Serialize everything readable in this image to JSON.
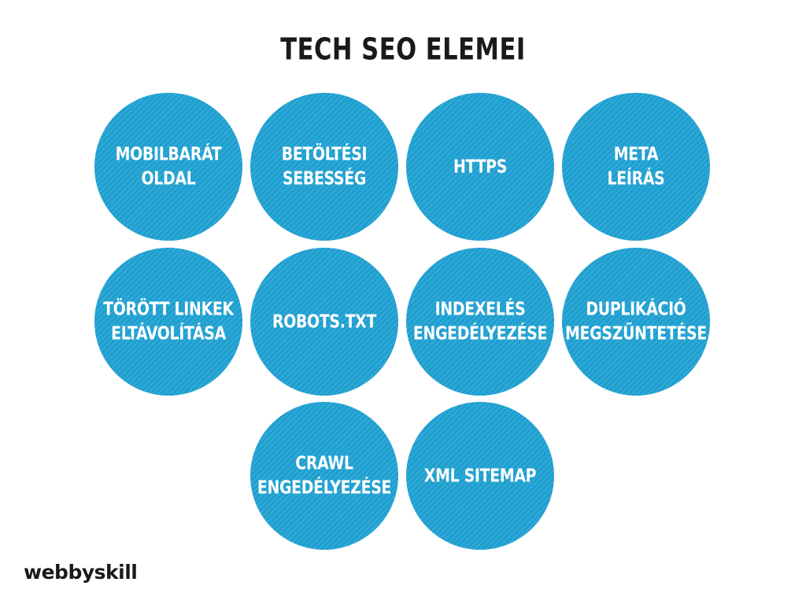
{
  "title": "TECH SEO ELEMEI",
  "items": [
    {
      "label": "MOBILBARÁT\nOLDAL"
    },
    {
      "label": "BETÖLTÉSI\nSEBESSÉG"
    },
    {
      "label": "HTTPS"
    },
    {
      "label": "META\nLEÍRÁS"
    },
    {
      "label": "TÖRÖTT LINKEK\nELTÁVOLÍTÁSA"
    },
    {
      "label": "ROBOTS.TXT"
    },
    {
      "label": "INDEXELÉS\nENGEDÉLYEZÉSE"
    },
    {
      "label": "DUPLIKÁCIÓ\nMEGSZŰNTETÉSE"
    },
    {
      "label": "CRAWL\nENGEDÉLYEZÉSE"
    },
    {
      "label": "XML SITEMAP"
    }
  ],
  "brand": {
    "logo_text": "webbyskill"
  },
  "colors": {
    "circle": "#1d9fd0",
    "title": "#1a1a1a",
    "background": "#ffffff"
  }
}
